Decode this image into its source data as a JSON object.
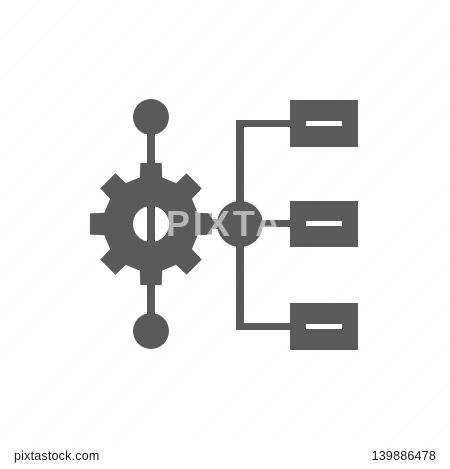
{
  "icon": {
    "name": "process-workflow-icon",
    "fill_color": "#5a5a5a",
    "background_color": "#ffffff"
  },
  "watermark": {
    "text": "PIXTA",
    "color": "#ffffff"
  },
  "footer": {
    "site": "pixtastock.com",
    "image_number": "139886478"
  }
}
